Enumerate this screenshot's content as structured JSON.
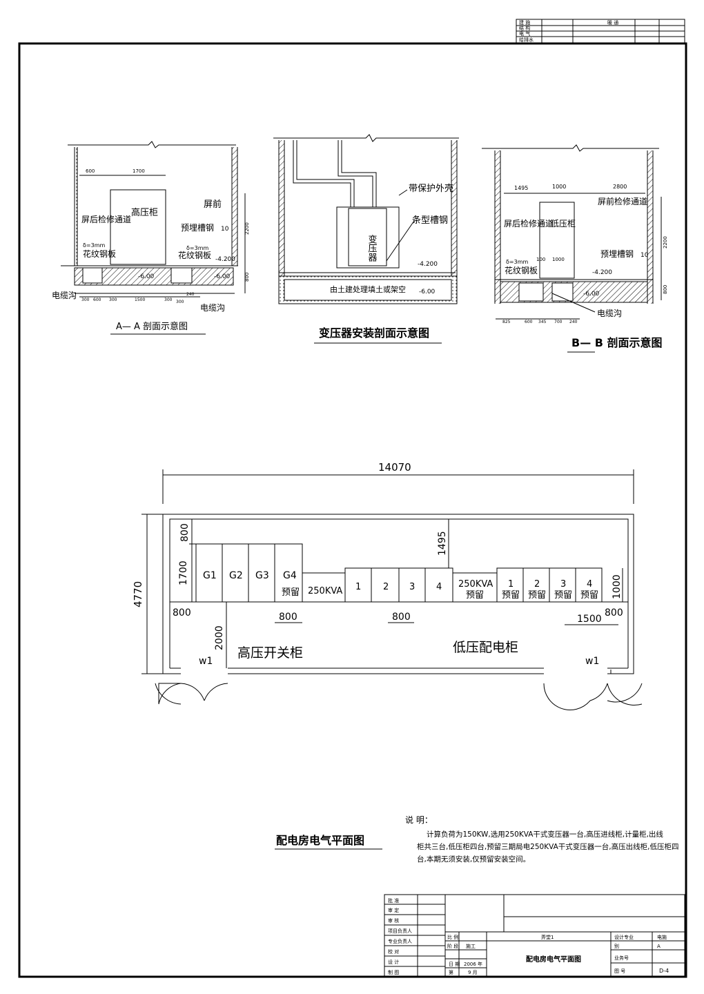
{
  "stamp": {
    "r1": "建 施",
    "r1b": "暖 通",
    "r2": "结 构",
    "r3": "电 气",
    "r4": "给排水"
  },
  "section_aa": {
    "caption": "A— A  剖面示意图",
    "front": "屏前",
    "rear": "屏后检修通道",
    "cabinet": "高压柜",
    "plate1": "花纹钢板",
    "plate2": "花纹钢板",
    "channel": "预埋槽钢",
    "ch_no": "10",
    "thick": "δ=3mm",
    "thick2": "δ=3mm",
    "trench1": "电缆沟",
    "trench2": "电缆沟",
    "lvl1": "-4.200",
    "lvl2": "-6.00",
    "lvl3": "-6.00",
    "dim_top1": "600",
    "dim_top2": "1700",
    "dim_h": "2200",
    "dim_v2": "800",
    "dims_bottom": [
      "300",
      "600",
      "300",
      "1500",
      "300",
      "300"
    ],
    "dim_240": "240"
  },
  "section_tr": {
    "caption": "变压器安装剖面示意图",
    "shell": "带保护外壳",
    "steel": "条型槽钢",
    "xfmr": "变压器",
    "lvl1": "-4.200",
    "lvl2": "-6.00",
    "fill": "由土建处理填土或架空"
  },
  "section_bb": {
    "caption": "B— B  剖面示意图",
    "rear": "屏后检修通道",
    "lv": "低压柜",
    "front": "屏前检修通道",
    "channel": "预埋槽钢",
    "ch_no": "10",
    "plate": "花纹钢板",
    "thick": "δ=3mm",
    "trench": "电缆沟",
    "lvl1": "-4.200",
    "lvl2": "-6.00",
    "dim_top": [
      "1495",
      "1000",
      "2800"
    ],
    "dim_mid": [
      "100",
      "1000"
    ],
    "dim_h": "2200",
    "dim_v2": "800",
    "dims_bottom": [
      "825",
      "600",
      "345",
      "700",
      "240"
    ]
  },
  "plan": {
    "title": "配电房电气平面图",
    "width": "14070",
    "height": "4770",
    "hv_cabinets": [
      "G1",
      "G2",
      "G3",
      "G4"
    ],
    "g4_sub": "预留",
    "transformer1": "250KVA",
    "lv_cabinets": [
      "1",
      "2",
      "3",
      "4"
    ],
    "transformer2": "250KVA",
    "transformer2_sub": "预留",
    "reserved_nums": [
      "1",
      "2",
      "3",
      "4"
    ],
    "reserved_label": "预留",
    "dim_800_top": "800",
    "dim_1700": "1700",
    "dim_800_left": "800",
    "dim_2000": "2000",
    "dim_1495": "1495",
    "dim_1000": "1000",
    "dim_800_right": "800",
    "dim_800_a": "800",
    "dim_800_b": "800",
    "dim_1500": "1500",
    "hv_label": "高压开关柜",
    "lv_label": "低压配电柜",
    "door_left": "w1",
    "door_right": "w1"
  },
  "notes": {
    "heading": "说  明：",
    "line1": "计算负荷为150KW,选用250KVA干式变压器一台,高压进线柜,计量柜,出线",
    "line2": "柜共三台,低压柜四台,预留三期局电250KVA干式变压器一台,高压出线柜,低压柜四",
    "line3": "台,本期无须安装,仅预留安装空间。"
  },
  "title_block": {
    "left_rows": [
      "批 准",
      "审 定",
      "审 核",
      "项目负责人",
      "专业负责人",
      "校 对",
      "设 计",
      "制 图"
    ],
    "r_zhiliang": "比 例",
    "r_jieduan": "阶 段",
    "r_stage": "施工",
    "r_date": "日 期",
    "r_year": "2006 年",
    "r_no": "第",
    "r_month": "9 月",
    "proj": "弄堂1",
    "drawing": "配电房电气平面图",
    "right_labels": [
      "设计专业",
      "别",
      "业务号",
      "图 号"
    ],
    "right_vals": [
      "电施",
      "A",
      "",
      "D-4"
    ]
  }
}
